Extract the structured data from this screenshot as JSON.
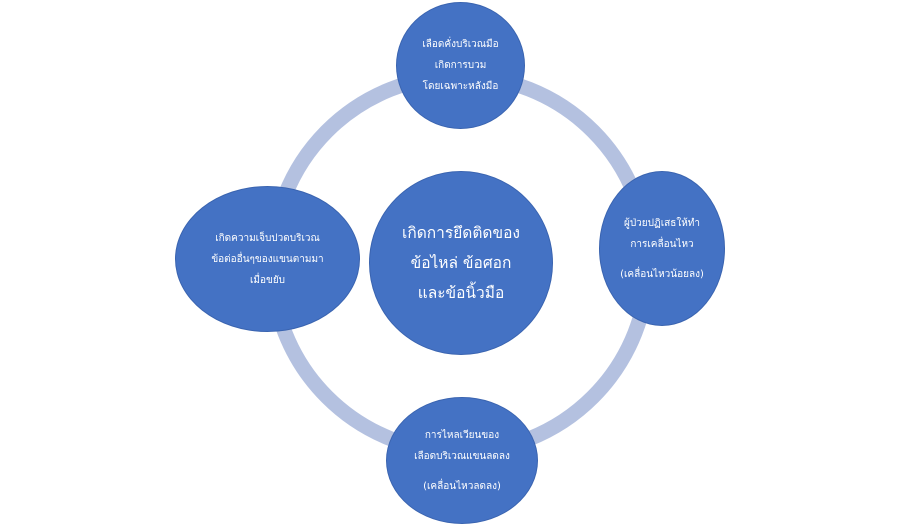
{
  "colors": {
    "ring": "#b4c1e0",
    "node_fill": "#4472c4",
    "node_border": "#3a64b0",
    "text": "#ffffff"
  },
  "center": {
    "lines": [
      "เกิดการยึดติดของ",
      "ข้อไหล่  ข้อศอก",
      "และข้อนิ้วมือ"
    ]
  },
  "cycle": {
    "top": {
      "lines": [
        "เลือดคั่งบริเวณมือ",
        "เกิดการบวม",
        "โดยเฉพาะหลังมือ"
      ]
    },
    "right": {
      "lines": [
        "ผู้ป่วยปฏิเสธให้ทำ",
        "การเคลื่อนไหว"
      ],
      "note": "(เคลื่อนไหวน้อยลง)"
    },
    "bottom": {
      "lines": [
        "การไหลเวียนของ",
        "เลือดบริเวณแขนลดลง"
      ],
      "note": "(เคลื่อนไหวลดลง)"
    },
    "left": {
      "lines": [
        "เกิดความเจ็บปวดบริเวณ",
        "ข้อต่ออื่นๆของแขนตามมา",
        "เมื่อขยับ"
      ]
    }
  }
}
